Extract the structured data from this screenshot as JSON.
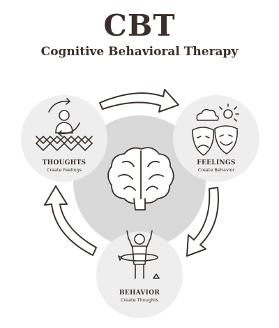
{
  "header": {
    "title": "CBT",
    "subtitle": "Cognitive Behavioral Therapy"
  },
  "nodes": [
    {
      "label": "THOUGHTS",
      "sublabel": "Create Feelings",
      "icon": "head-rotate-icon"
    },
    {
      "label": "FEELINGS",
      "sublabel": "Create Behavior",
      "icon": "theatre-masks-icon"
    },
    {
      "label": "BEHAVIOR",
      "sublabel": "Create Thoughts",
      "icon": "person-exercise-icon"
    }
  ],
  "center": {
    "icon": "brain-icon"
  },
  "colors": {
    "ink": "#3a302b",
    "circle": "#eeeeee",
    "center_circle": "#d9d9d9",
    "background": "#ffffff"
  }
}
